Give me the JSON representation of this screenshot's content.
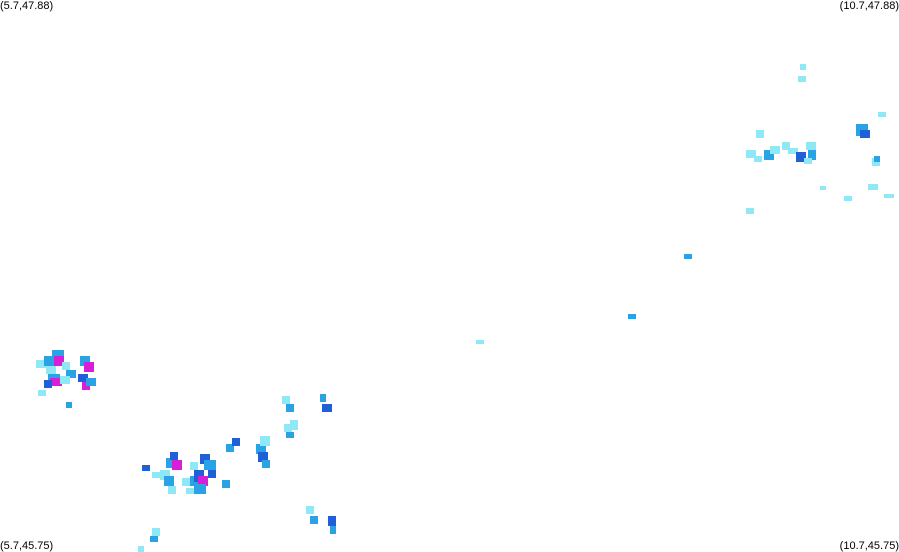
{
  "corners": {
    "top_left": "(5.7,47.88)",
    "top_right": "(10.7,47.88)",
    "bottom_left": "(5.7,45.75)",
    "bottom_right": "(10.7,45.75)"
  },
  "legend_colors": {
    "light": "#8ee8f6",
    "medium": "#2aa2e6",
    "dark": "#1f5fd8",
    "intense": "#d61fd6"
  }
}
